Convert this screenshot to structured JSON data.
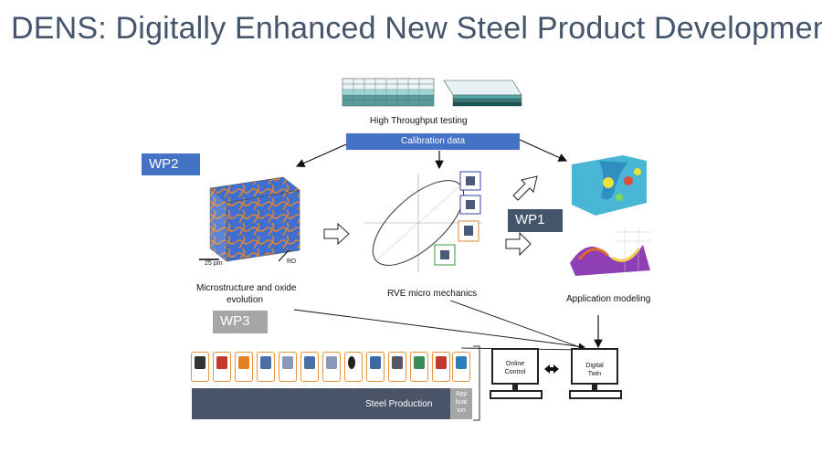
{
  "title": "DENS: Digitally Enhanced New Steel Product Development",
  "labels": {
    "high_throughput": "High Throughput testing",
    "calibration": "Calibration data",
    "microstructure": "Microstructure and oxide",
    "evolution": "evolution",
    "rve": "RVE micro mechanics",
    "application_modeling": "Application modeling",
    "steel_production": "Steel Production",
    "application_block": [
      "App",
      "licat",
      "ion"
    ],
    "online_control": [
      "Online",
      "Control"
    ],
    "digital_twin": [
      "Digital",
      "Twin"
    ],
    "scale_bar": "25 µm",
    "rd": "RD"
  },
  "work_packages": {
    "wp1": "WP1",
    "wp2": "WP2",
    "wp3": "WP3"
  },
  "colors": {
    "title": "#44546a",
    "wp2_blue": "#4472c4",
    "wp1_slate": "#44546a",
    "wp3_grey": "#a6a6a6",
    "steel_bar": "#4a5468",
    "process_border": "#e8923a"
  }
}
